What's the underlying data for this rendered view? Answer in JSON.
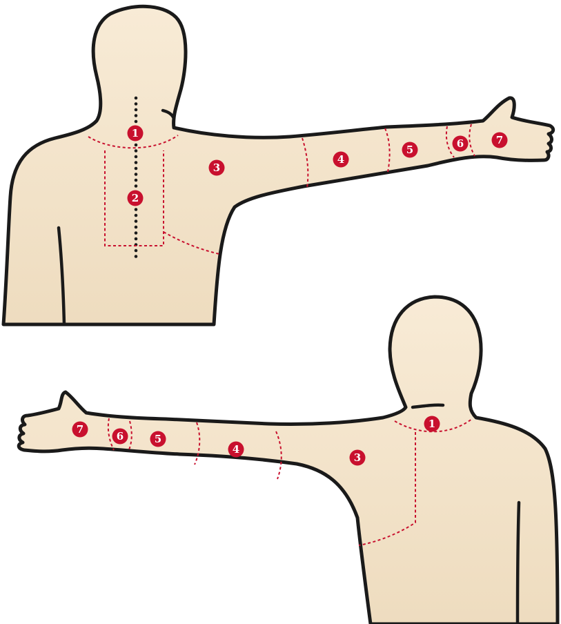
{
  "colors": {
    "skin": "#f8ebd6",
    "skin_shadow": "#eedcbf",
    "outline": "#1a1a1a",
    "zone_line": "#c8102e",
    "marker_fill": "#c8102e",
    "marker_text": "#ffffff"
  },
  "upper_figure": {
    "markers": [
      {
        "label": "1"
      },
      {
        "label": "2"
      },
      {
        "label": "3"
      },
      {
        "label": "4"
      },
      {
        "label": "5"
      },
      {
        "label": "6"
      },
      {
        "label": "7"
      }
    ]
  },
  "lower_figure": {
    "markers": [
      {
        "label": "1"
      },
      {
        "label": "3"
      },
      {
        "label": "4"
      },
      {
        "label": "5"
      },
      {
        "label": "6"
      },
      {
        "label": "7"
      }
    ]
  }
}
